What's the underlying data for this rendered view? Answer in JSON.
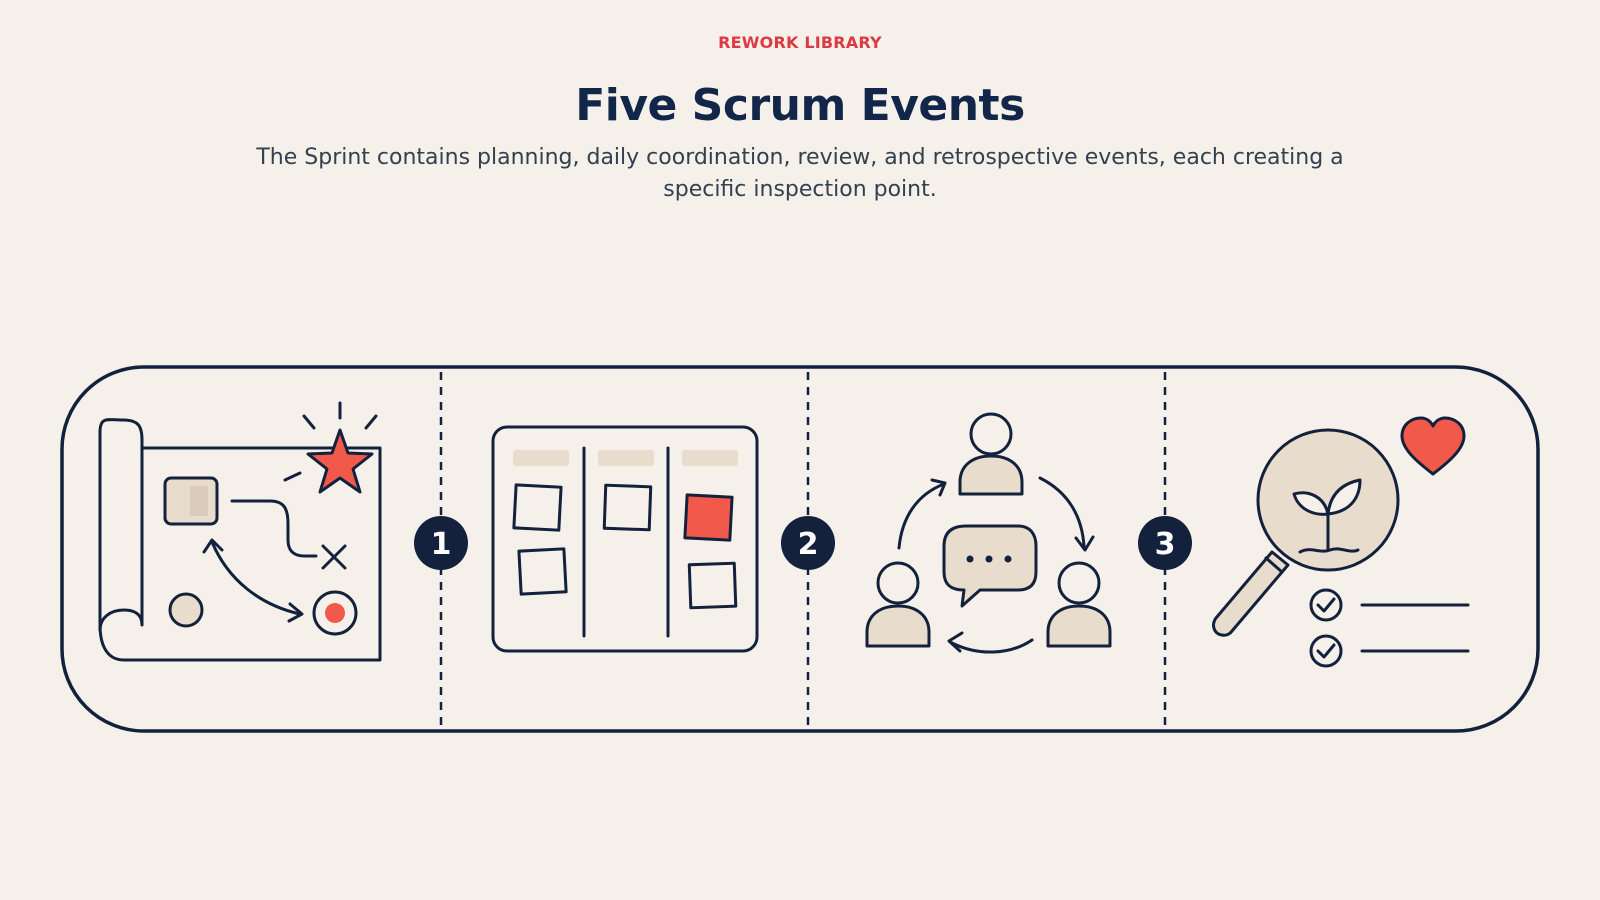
{
  "header": {
    "eyebrow": "REWORK LIBRARY",
    "title": "Five Scrum Events",
    "subtitle": "The Sprint contains planning, daily coordination, review, and retrospective events, each creating a specific inspection point."
  },
  "diagram": {
    "steps": [
      {
        "number": "1"
      },
      {
        "number": "2"
      },
      {
        "number": "3"
      }
    ],
    "panels": [
      {
        "icon": "roadmap-plan-icon"
      },
      {
        "icon": "task-board-icon"
      },
      {
        "icon": "team-conversation-cycle-icon"
      },
      {
        "icon": "magnifier-growth-review-icon"
      }
    ]
  },
  "colors": {
    "background": "#f5f1ea",
    "ink": "#14213d",
    "accent": "#f15a4a",
    "fill": "#e8dccd",
    "eyebrow": "#dd3a44"
  }
}
